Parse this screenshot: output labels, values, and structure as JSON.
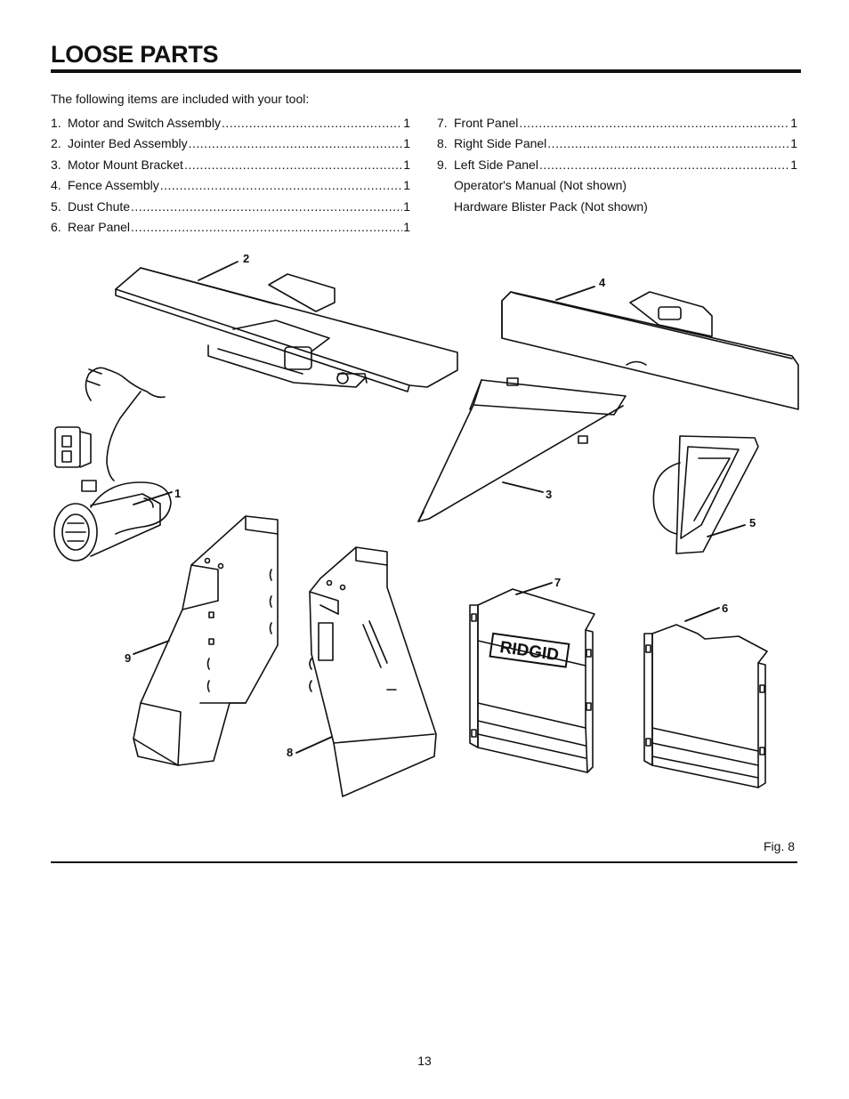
{
  "title": "LOOSE PARTS",
  "intro": "The following items are included with your tool:",
  "parts_left": [
    {
      "num": "1.",
      "name": "Motor and Switch Assembly",
      "qty": "1"
    },
    {
      "num": "2.",
      "name": "Jointer Bed Assembly",
      "qty": "1"
    },
    {
      "num": "3.",
      "name": "Motor Mount Bracket",
      "qty": "1"
    },
    {
      "num": "4.",
      "name": "Fence Assembly",
      "qty": "1"
    },
    {
      "num": "5.",
      "name": "Dust Chute",
      "qty": "1"
    },
    {
      "num": "6.",
      "name": "Rear Panel",
      "qty": "1"
    }
  ],
  "parts_right": [
    {
      "num": "7.",
      "name": "Front Panel",
      "qty": "1"
    },
    {
      "num": "8.",
      "name": "Right Side Panel",
      "qty": "1"
    },
    {
      "num": "9.",
      "name": "Left Side Panel",
      "qty": "1"
    }
  ],
  "notes": [
    "Operator's Manual (Not shown)",
    "Hardware Blister Pack (Not shown)"
  ],
  "callouts": [
    "1",
    "2",
    "3",
    "4",
    "5",
    "6",
    "7",
    "8",
    "9"
  ],
  "logo_text": "RIDGID",
  "figure_label": "Fig. 8",
  "page_number": "13"
}
